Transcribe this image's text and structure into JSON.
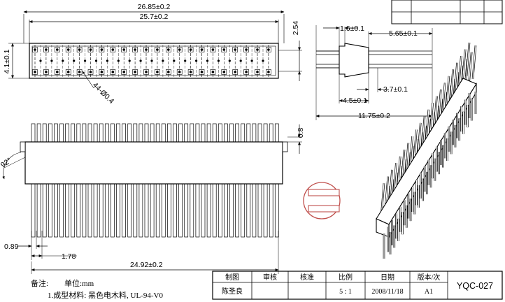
{
  "top_view": {
    "overall_length": "26.85±0.2",
    "pin_span": "25.7±0.2",
    "body_width": "4.1±0.1",
    "row_pitch": "2.54",
    "hole_callout": "44-Ø0.4"
  },
  "side_view": {
    "flange_thickness": "1.6±0.1",
    "pin_tail_length": "5.65±0.1",
    "body_height": "4.5±0.1",
    "pin_post_length": "3.7±0.1",
    "overall_height": "11.75±0.2"
  },
  "front_view": {
    "pin_thickness": "0.8",
    "angle": "92°",
    "pin_width": "0.89",
    "pin_pitch": "1.78",
    "span": "24.92±0.2"
  },
  "notes": {
    "heading": "备注:",
    "unit_label": "单位:mm",
    "material": "1.成型材料: 黑色电木料, UL-94-V0"
  },
  "title_block": {
    "headers": [
      "制图",
      "审核",
      "核准",
      "比例",
      "日期",
      "版本/次"
    ],
    "values": [
      "陈圣良",
      "",
      "",
      "5 : 1",
      "2008/11/18",
      "A1"
    ],
    "part_no": "YQC-027"
  }
}
